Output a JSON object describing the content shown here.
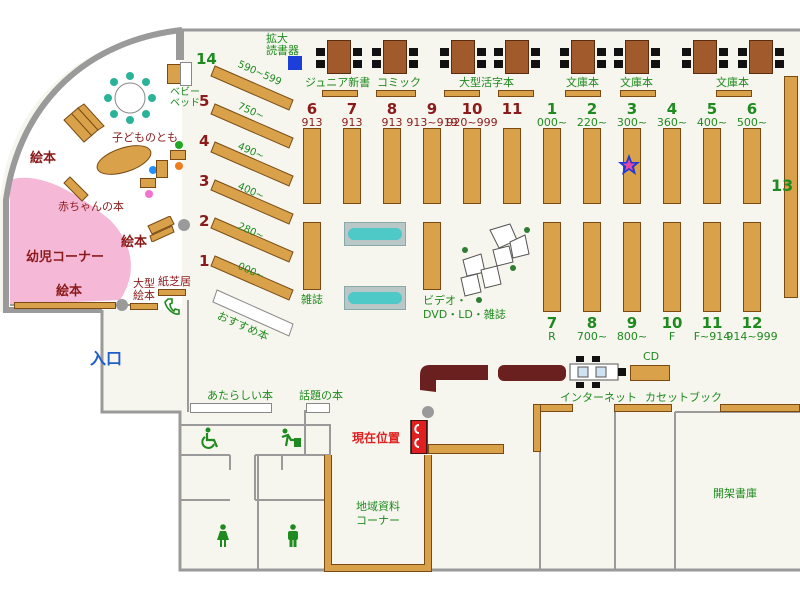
{
  "labels": {
    "large_print_reader": "拡大\n読書器",
    "junior_new": "ジュニア新書",
    "comic": "コミック",
    "large_print_books": "大型活字本",
    "bunko1": "文庫本",
    "bunko2": "文庫本",
    "bunko3": "文庫本",
    "baby_bed": "ベビー\nベッド",
    "kids_bench": "子どものとも",
    "picture_books_1": "絵本",
    "baby_books": "赤ちゃんの本",
    "picture_books_2": "絵本",
    "toddler_corner": "幼児コーナー",
    "picture_books_3": "絵本",
    "big_picture_books": "大型\n絵本",
    "kamishibai": "紙芝居",
    "recommended": "おすすめ本",
    "entrance": "入口",
    "magazines": "雑誌",
    "video_corner": "ビデオ・\nDVD・LD・雑誌",
    "new_books": "あたらしい本",
    "topical_books": "話題の本",
    "current_location": "現在位置",
    "internet": "インターネット",
    "cassette_book": "カセットブック",
    "cd": "CD",
    "local_materials": "地域資料\nコーナー",
    "closed_stacks": "開架書庫"
  },
  "diag_shelves": [
    {
      "num": "14",
      "range": "590~599"
    },
    {
      "num": "5",
      "range": "750~"
    },
    {
      "num": "4",
      "range": "490~"
    },
    {
      "num": "3",
      "range": "400~"
    },
    {
      "num": "2",
      "range": "280~"
    },
    {
      "num": "1",
      "range": "000~"
    }
  ],
  "top_shelves": [
    {
      "num": "6",
      "range": "913",
      "color": "red"
    },
    {
      "num": "7",
      "range": "913",
      "color": "red"
    },
    {
      "num": "8",
      "range": "913",
      "color": "red"
    },
    {
      "num": "9",
      "range": "913~919",
      "color": "red"
    },
    {
      "num": "10",
      "range": "920~999",
      "color": "red"
    },
    {
      "num": "11",
      "range": "",
      "color": "red"
    },
    {
      "num": "1",
      "range": "000~",
      "color": "green"
    },
    {
      "num": "2",
      "range": "220~",
      "color": "green"
    },
    {
      "num": "3",
      "range": "300~",
      "color": "green"
    },
    {
      "num": "4",
      "range": "360~",
      "color": "green"
    },
    {
      "num": "5",
      "range": "400~",
      "color": "green"
    },
    {
      "num": "6",
      "range": "500~",
      "color": "green"
    }
  ],
  "bottom_shelves": [
    {
      "num": "7",
      "range": "R"
    },
    {
      "num": "8",
      "range": "700~"
    },
    {
      "num": "9",
      "range": "800~"
    },
    {
      "num": "10",
      "range": "F"
    },
    {
      "num": "11",
      "range": "F~914"
    },
    {
      "num": "12",
      "range": "914~999"
    }
  ],
  "side_shelf": {
    "num": "13"
  },
  "colors": {
    "shelf": "#d9a24a",
    "wall": "#9a9a9a",
    "children_area": "#f5b8d6",
    "text_green": "#1f8a1f",
    "text_red": "#8b1a1a",
    "current_location": "#e02020",
    "star": "#1e3ad6"
  },
  "icons": [
    "wheelchair-icon",
    "accessible-toilet-icon",
    "female-toilet-icon",
    "male-toilet-icon",
    "phone-icon",
    "star-marker-icon"
  ]
}
